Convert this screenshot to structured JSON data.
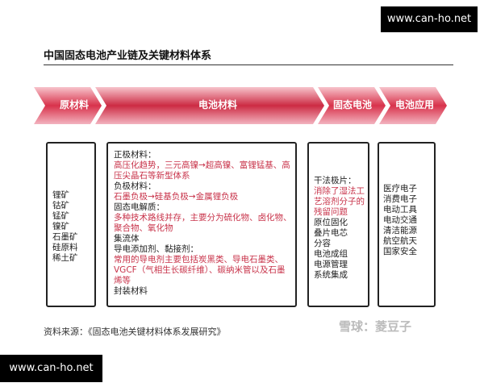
{
  "watermark": {
    "top": "www.can-ho.net",
    "bottom": "www.can-ho.net"
  },
  "title": "中国固态电池产业链及关键材料体系",
  "stages": [
    {
      "label": "原材料"
    },
    {
      "label": "电池材料"
    },
    {
      "label": "固态电池"
    },
    {
      "label": "电池应用"
    }
  ],
  "raw_materials": [
    "锂矿",
    "钴矿",
    "锰矿",
    "镍矿",
    "石墨矿",
    "硅原料",
    "稀土矿"
  ],
  "battery_materials": [
    {
      "text": "正极材料：",
      "style": "dark"
    },
    {
      "text": "高压化趋势，三元高镍→超高镍、富锂锰基、高",
      "style": "red"
    },
    {
      "text": "压尖晶石等新型体系",
      "style": "red"
    },
    {
      "text": "负极材料：",
      "style": "dark"
    },
    {
      "text": "石墨负极→硅基负极→金属锂负极",
      "style": "red"
    },
    {
      "text": "固态电解质：",
      "style": "dark"
    },
    {
      "text": "多种技术路线并存，主要分为硫化物、卤化物、",
      "style": "red"
    },
    {
      "text": "聚合物、氧化物",
      "style": "red"
    },
    {
      "text": "集流体",
      "style": "dark"
    },
    {
      "text": "导电添加剂、黏接剂：",
      "style": "dark"
    },
    {
      "text": "常用的导电剂主要包括炭黑类、导电石墨类、",
      "style": "red"
    },
    {
      "text": "VGCF（气相生长碳纤维）、碳纳米管以及石墨",
      "style": "red"
    },
    {
      "text": "烯等",
      "style": "red"
    },
    {
      "text": "封装材料",
      "style": "dark"
    }
  ],
  "solid_state": [
    {
      "text": "干法极片：",
      "style": "dark"
    },
    {
      "text": "消除了湿法工",
      "style": "red"
    },
    {
      "text": "艺溶剂分子的",
      "style": "red"
    },
    {
      "text": "残留问题",
      "style": "red"
    },
    {
      "text": "原位固化",
      "style": "dark"
    },
    {
      "text": "叠片电芯",
      "style": "dark"
    },
    {
      "text": "分容",
      "style": "dark"
    },
    {
      "text": "电池成组",
      "style": "dark"
    },
    {
      "text": "电源管理",
      "style": "dark"
    },
    {
      "text": "系统集成",
      "style": "dark"
    }
  ],
  "applications": [
    "医疗电子",
    "消费电子",
    "电动工具",
    "电动交通",
    "清洁能源",
    "航空航天",
    "国家安全"
  ],
  "source": "资料来源：《固态电池关键材料体系发展研究》",
  "corner_mark": "雪球：菱豆子",
  "colors": {
    "arrow_dark": "#cc2b43",
    "arrow_light": "#f2a9b5",
    "text_red": "#c8334a"
  }
}
